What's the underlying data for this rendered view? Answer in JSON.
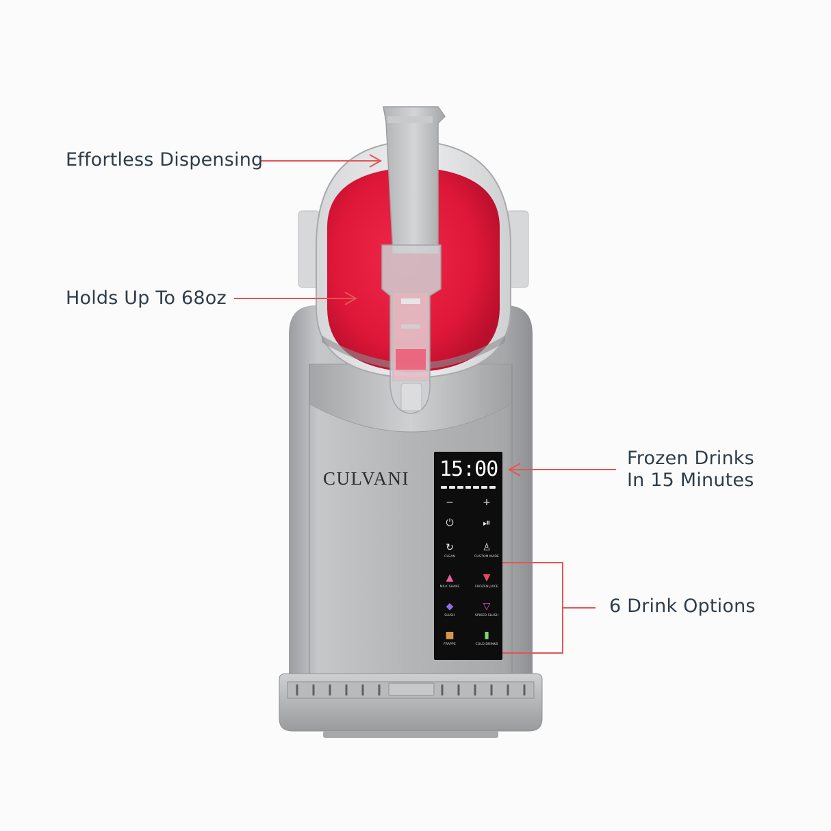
{
  "callouts": {
    "dispensing": "Effortless Dispensing",
    "holds": "Holds Up To 68oz",
    "frozen_line1": "Frozen Drinks",
    "frozen_line2": "In 15 Minutes",
    "drink_options": "6 Drink Options"
  },
  "machine": {
    "brand": "CULVANI",
    "display_time": "15:00",
    "controls": {
      "minus": "−",
      "plus": "+",
      "power_icon": "power-icon",
      "play_pause_icon": "play-pause-icon",
      "clean": "CLEAN",
      "custom_made": "CUSTOM MADE",
      "milk_shake": "MILK SHAKE",
      "frozen_juice": "FROZEN JUICE",
      "slush": "SLUSH",
      "spiked_slush": "SPIKED SLUSH",
      "frappe": "FRAPPE",
      "cold_drinks": "COLD DRINKS"
    }
  },
  "colors": {
    "slush_red": "#e01a3c",
    "body_silver": "#a9aaac",
    "arrow": "#e25555",
    "callout_text": "#2f3d4a",
    "panel_black": "#0d0d0d"
  }
}
